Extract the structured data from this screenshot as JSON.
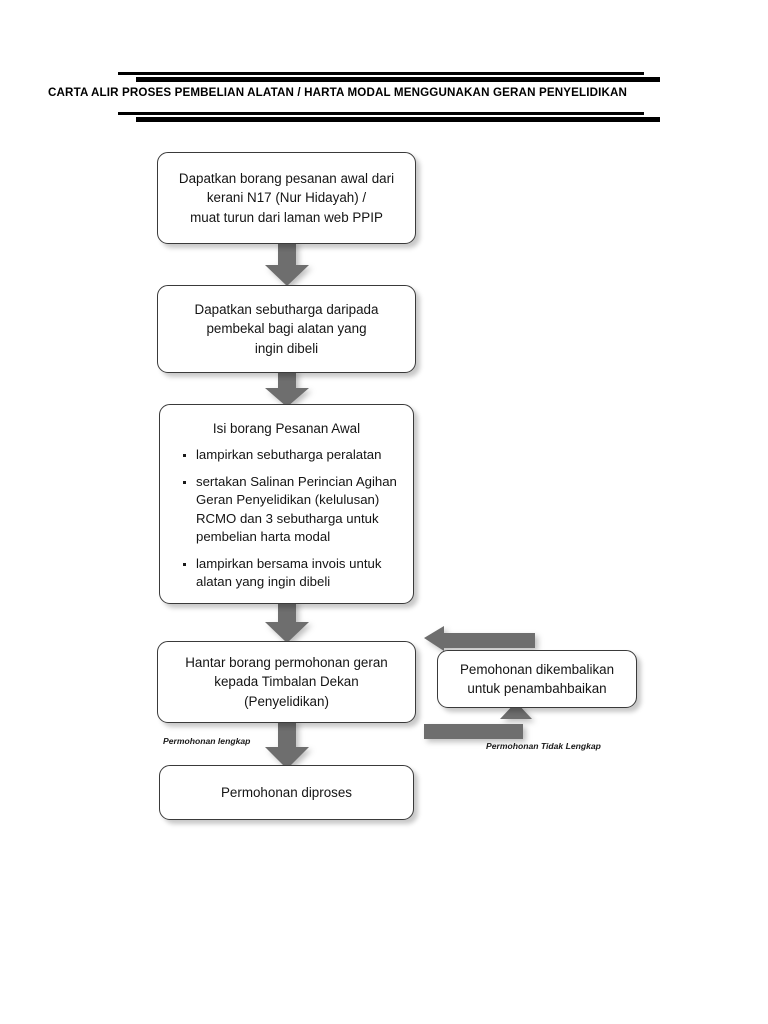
{
  "document": {
    "title": "CARTA ALIR PROSES PEMBELIAN ALATAN / HARTA MODAL MENGGUNAKAN GERAN PENYELIDIKAN"
  },
  "colors": {
    "arrow_gray": "#6e6e6e",
    "box_border": "#3a3a3a",
    "text": "#141414",
    "rule": "#000000",
    "background": "#ffffff"
  },
  "flow": {
    "nodes": [
      {
        "id": "node-1",
        "lines": [
          "Dapatkan borang pesanan awal dari",
          "kerani N17 (Nur Hidayah) /",
          "muat turun dari laman web PPIP"
        ]
      },
      {
        "id": "node-2",
        "lines": [
          "Dapatkan sebutharga daripada",
          "pembekal bagi alatan yang",
          "ingin dibeli"
        ]
      },
      {
        "id": "node-3",
        "heading": "Isi borang Pesanan Awal",
        "bullets": [
          "lampirkan sebutharga peralatan",
          "sertakan Salinan Perincian Agihan Geran Penyelidikan (kelulusan) RCMO dan 3 sebutharga untuk pembelian harta modal",
          "lampirkan bersama invois untuk alatan yang ingin dibeli"
        ]
      },
      {
        "id": "node-4",
        "lines": [
          "Hantar borang permohonan geran",
          "kepada Timbalan Dekan",
          "(Penyelidikan)"
        ]
      },
      {
        "id": "node-5",
        "lines": [
          "Permohonan diproses"
        ]
      },
      {
        "id": "node-6",
        "lines": [
          "Pemohonan dikembalikan",
          "untuk penambahbaikan"
        ]
      }
    ],
    "edge_labels": {
      "lengkap": "Permohonan lengkap",
      "tidak_lengkap": "Permohonan Tidak Lengkap"
    },
    "arrows": [
      {
        "id": "arrow-1",
        "direction": "down",
        "from": "node-1",
        "to": "node-2"
      },
      {
        "id": "arrow-2",
        "direction": "down",
        "from": "node-2",
        "to": "node-3"
      },
      {
        "id": "arrow-3",
        "direction": "down",
        "from": "node-3",
        "to": "node-4"
      },
      {
        "id": "arrow-4",
        "direction": "down",
        "from": "node-4",
        "to": "node-5"
      },
      {
        "id": "arrow-return-top",
        "direction": "left",
        "from": "node-6",
        "to": "node-4"
      },
      {
        "id": "arrow-return-bottom",
        "direction": "up",
        "from": "node-4",
        "to": "node-6"
      }
    ]
  }
}
